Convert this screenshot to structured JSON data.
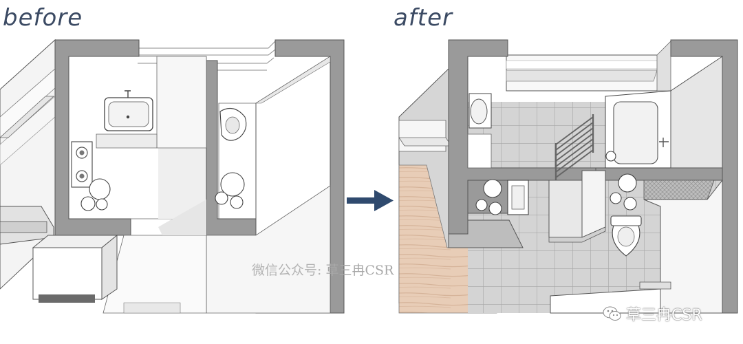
{
  "labels": {
    "before": "before",
    "after": "after"
  },
  "watermarks": {
    "center_prefix": "微信公众号:",
    "center_brand": "草三冉CSR",
    "corner_brand": "草三冉CSR"
  },
  "icons": {
    "arrow": "right-arrow-icon",
    "wechat": "wechat-icon"
  },
  "colors": {
    "wall": "#9a9a9a",
    "wall_edge": "#555555",
    "floor_tile": "#d4d4d4",
    "tile_grout": "#a5a5a5",
    "wood": "#e8cdb7",
    "wood_line": "#d6b49a",
    "arrow": "#2f4a6e",
    "label": "#3b4a63"
  }
}
